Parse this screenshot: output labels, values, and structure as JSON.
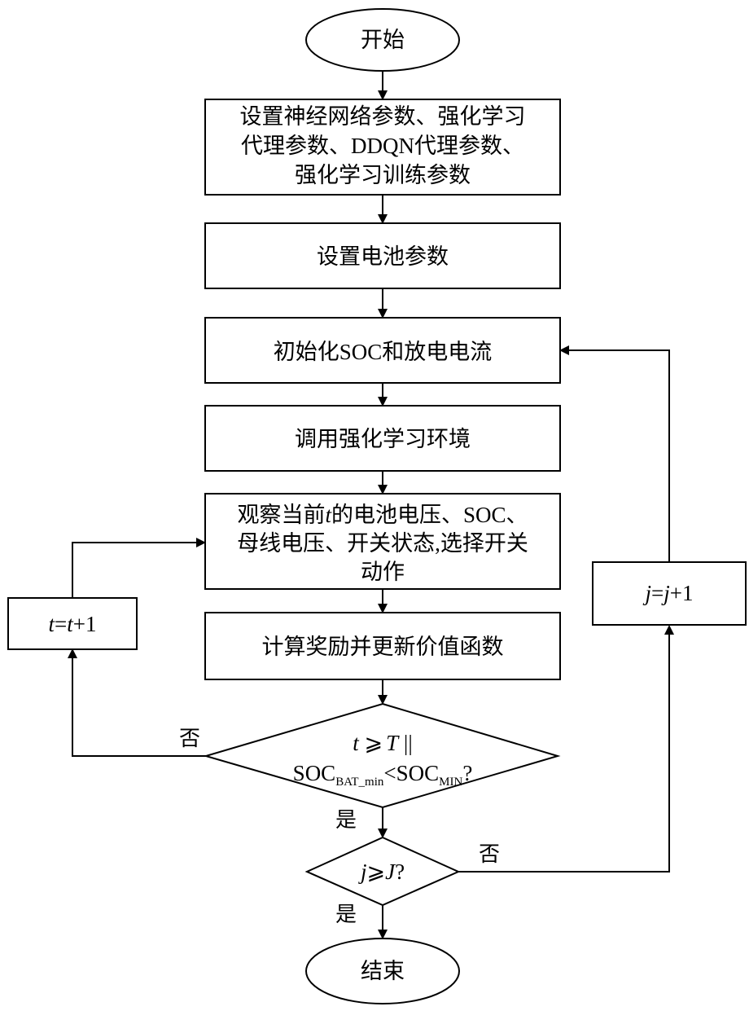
{
  "start": "开始",
  "step1": {
    "line1": "设置神经网络参数、强化学习",
    "line2": "代理参数、DDQN代理参数、",
    "line3": "强化学习训练参数"
  },
  "step2": "设置电池参数",
  "step3": "初始化SOC和放电电流",
  "step4": "调用强化学习环境",
  "step5": {
    "line1_a": "观察当前",
    "line1_var": "t",
    "line1_b": "的电池电压、SOC、",
    "line2": "母线电压、开关状态,选择开关",
    "line3": "动作"
  },
  "step6": "计算奖励并更新价值函数",
  "decision1": {
    "line1_var_t": "t",
    "line1_op": " ⩾",
    "line1_var_T": "T",
    "line1_or": " ||",
    "line2_a": "SOC",
    "line2_sub_a": "BAT_min",
    "line2_op": "<SOC",
    "line2_sub_b": "MIN",
    "line2_q": "?"
  },
  "decision2": {
    "var_j": "j",
    "op": "⩾",
    "var_J": "J",
    "q": "?"
  },
  "loop_t": {
    "lhs": "t",
    "eq": "=",
    "rhs": "t",
    "plus": "+1"
  },
  "loop_j": {
    "lhs": "j",
    "eq": "=",
    "rhs": "j",
    "plus": "+1"
  },
  "labels": {
    "no1": "否",
    "yes1": "是",
    "no2": "否",
    "yes2": "是"
  },
  "end": "结束"
}
